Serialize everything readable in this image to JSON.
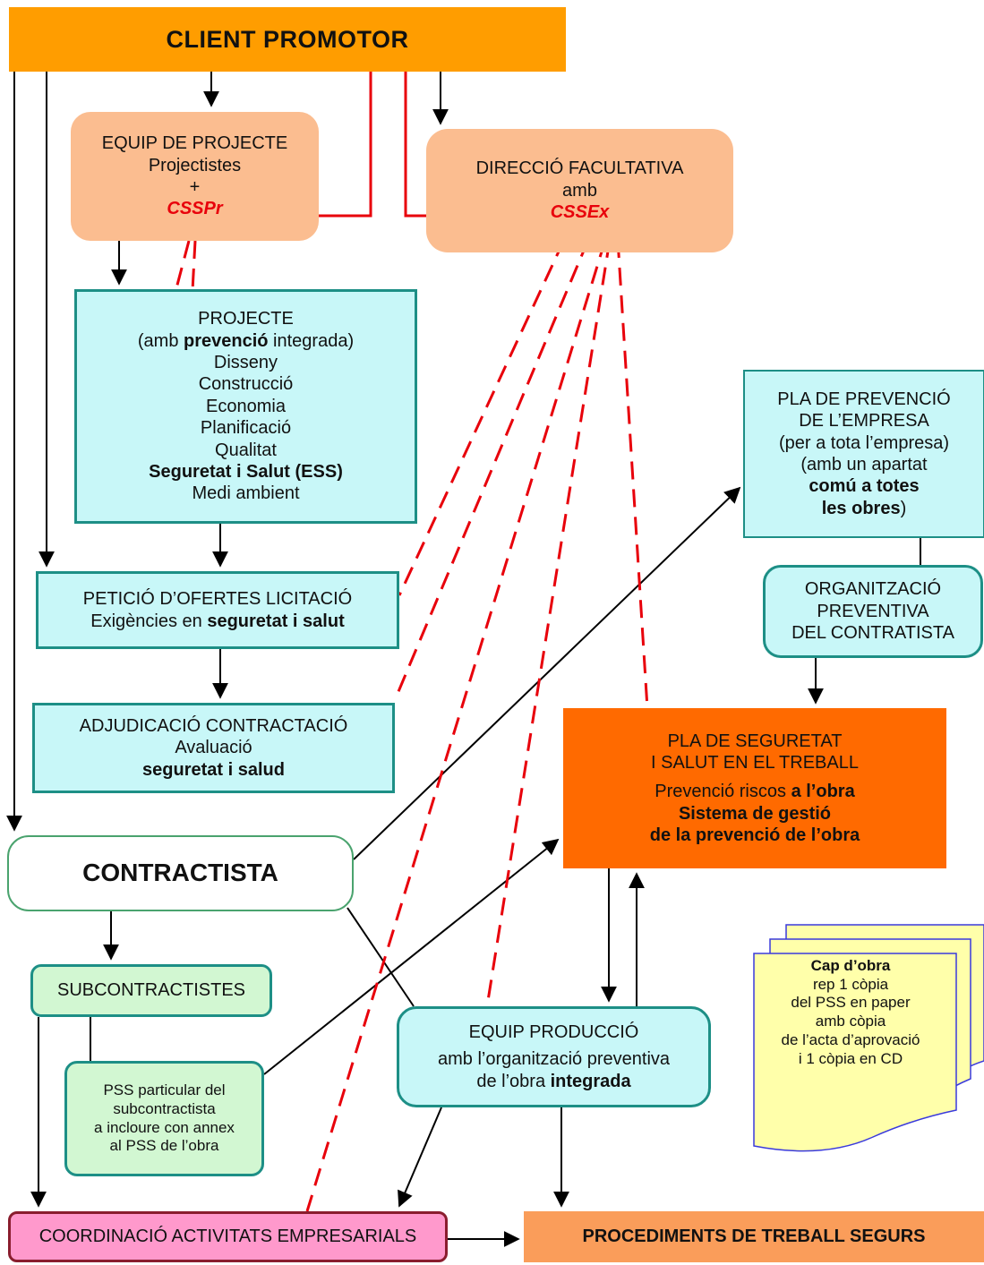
{
  "client": {
    "title": "CLIENT PROMOTOR"
  },
  "equip_projecte": {
    "line1": "EQUIP DE PROJECTE",
    "line2": "Projectistes",
    "line3": "+",
    "role": "CSSPr"
  },
  "direccio": {
    "line1": "DIRECCIÓ FACULTATIVA",
    "line2": "amb",
    "role": "CSSEx"
  },
  "projecte": {
    "title": "PROJECTE",
    "sub_pre": "(amb ",
    "sub_bold": "prevenció",
    "sub_post": " integrada)",
    "items": [
      "Disseny",
      "Construcció",
      "Economia",
      "Planificació",
      "Qualitat"
    ],
    "item_bold": "Seguretat i Salut (ESS)",
    "item_last": "Medi ambient"
  },
  "pla_empresa": {
    "line1": "PLA DE PREVENCIÓ",
    "line2": "DE L’EMPRESA",
    "line3": "(per a tota l’empresa)",
    "line4": "(amb un apartat",
    "line5_bold": "comú a totes",
    "line6_bold": "les obres",
    "line6_tail": ")"
  },
  "organitzacio": {
    "line1": "ORGANITZACIÓ",
    "line2": "PREVENTIVA",
    "line3": "DEL CONTRATISTA"
  },
  "peticio": {
    "line1": "PETICIÓ D’OFERTES LICITACIÓ",
    "line2_pre": "Exigències en ",
    "line2_bold": "seguretat i salut"
  },
  "adjudicacio": {
    "line1": "ADJUDICACIÓ CONTRACTACIÓ",
    "line2": "Avaluació",
    "line3_bold": "seguretat i salud"
  },
  "pla_seguretat": {
    "line1": "PLA DE SEGURETAT",
    "line2": "I SALUT EN EL TREBALL",
    "line3_pre": "Prevenció riscos ",
    "line3_bold": "a l’obra",
    "line4_bold": "Sistema de gestió",
    "line5_bold": "de la prevenció de l’obra"
  },
  "contractista": {
    "title": "CONTRACTISTA"
  },
  "subcontractistes": {
    "title": "SUBCONTRACTISTES"
  },
  "pss_particular": {
    "line1": "PSS particular del",
    "line2": "subcontractista",
    "line3": "a incloure con annex",
    "line4": "al PSS de l’obra"
  },
  "equip_produccio": {
    "line1": "EQUIP PRODUCCIÓ",
    "line2": "amb l’organització preventiva",
    "line3_pre": "de l’obra ",
    "line3_bold": "integrada"
  },
  "coordinacio": {
    "title": "COORDINACIÓ ACTIVITATS EMPRESARIALS"
  },
  "procediments": {
    "title": "PROCEDIMENTS DE TREBALL SEGURS"
  },
  "cap_obra": {
    "title": "Cap d’obra",
    "lines": [
      "rep 1 còpia",
      "del PSS en paper",
      "amb còpia",
      "de l’acta d’aprovació",
      "i 1 còpia en CD"
    ]
  },
  "colors": {
    "client": "#ff9d00",
    "peach": "#fbbd90",
    "cyan": "#c8f7f8",
    "teal_border": "#1d8f86",
    "orange": "#ff6a00",
    "green": "#d2f7d2",
    "pink": "#ff99cc",
    "procediments": "#fa9d5a",
    "note": "#ffffaa",
    "red_line": "#e8000b"
  }
}
